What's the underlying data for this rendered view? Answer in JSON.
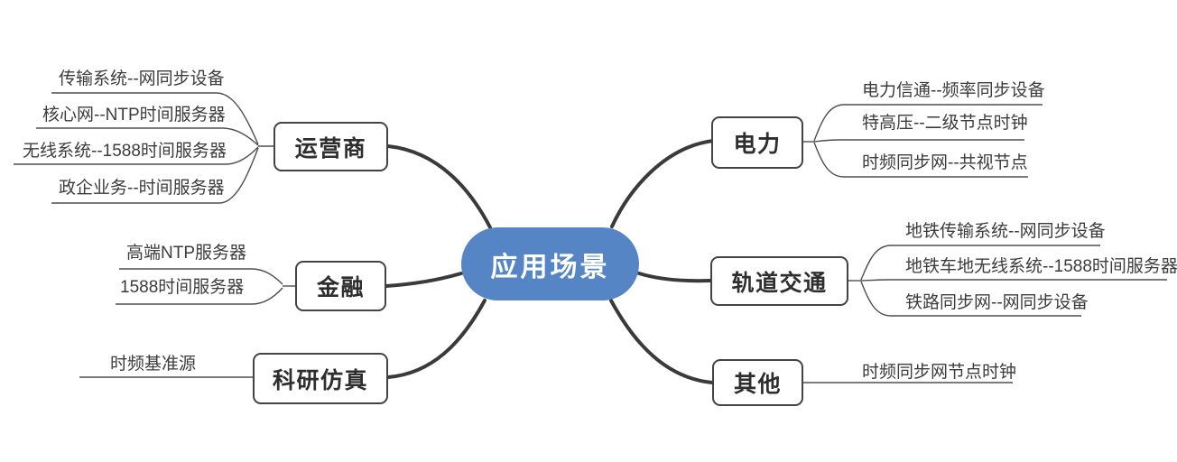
{
  "central": {
    "label": "应用场景"
  },
  "branches": [
    {
      "label": "运营商",
      "leaves": [
        "传输系统--网同步设备",
        "核心网--NTP时间服务器",
        "无线系统--1588时间服务器",
        "政企业务--时间服务器"
      ]
    },
    {
      "label": "金融",
      "leaves": [
        "高端NTP服务器",
        "1588时间服务器"
      ]
    },
    {
      "label": "科研仿真",
      "leaves": [
        "时频基准源"
      ]
    },
    {
      "label": "电力",
      "leaves": [
        "电力信通--频率同步设备",
        "特高压--二级节点时钟",
        "时频同步网--共视节点"
      ]
    },
    {
      "label": "轨道交通",
      "leaves": [
        "地铁传输系统--网同步设备",
        "地铁车地无线系统--1588时间服务器",
        "铁路同步网--网同步设备"
      ]
    },
    {
      "label": "其他",
      "leaves": [
        "时频同步网节点时钟"
      ]
    }
  ],
  "colors": {
    "central_bg": "#5585C4",
    "central_text": "#FFFFFF",
    "node_bg": "#FFFFFF",
    "node_border": "#434343",
    "node_text": "#2E2E2E",
    "branch_line": "#3A3A3A",
    "leaf_line": "#4E4E4E",
    "leaf_text": "#3C3C3C",
    "background": "#FFFFFF"
  }
}
